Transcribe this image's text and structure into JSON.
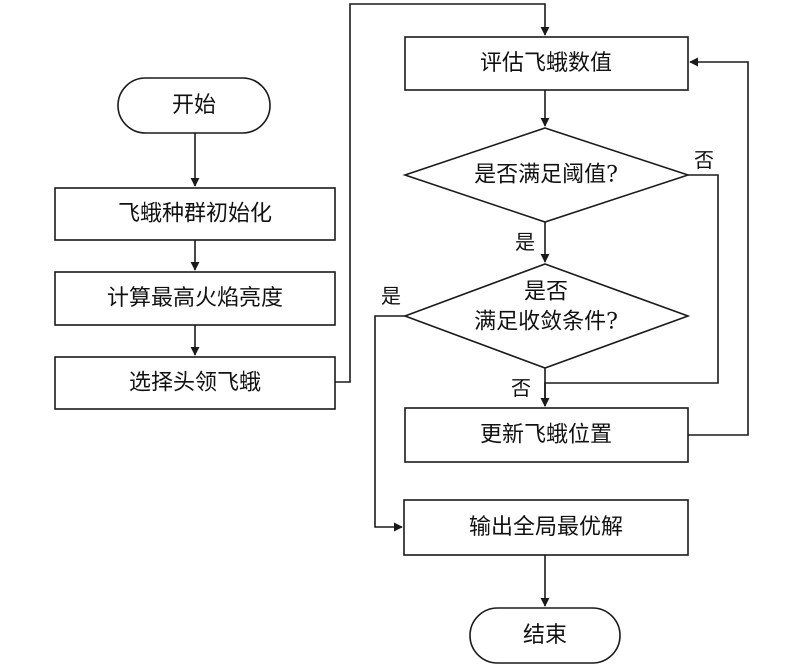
{
  "nodes": {
    "start": "开始",
    "init": "飞蛾种群初始化",
    "compute": "计算最高火焰亮度",
    "select": "选择头领飞蛾",
    "evaluate": "评估飞蛾数值",
    "threshold": "是否满足阈值?",
    "converge_line1": "是否",
    "converge_line2": "满足收敛条件?",
    "update": "更新飞蛾位置",
    "output": "输出全局最优解",
    "end": "结束"
  },
  "edge_labels": {
    "threshold_no": "否",
    "threshold_yes": "是",
    "converge_yes": "是",
    "converge_no": "否"
  }
}
